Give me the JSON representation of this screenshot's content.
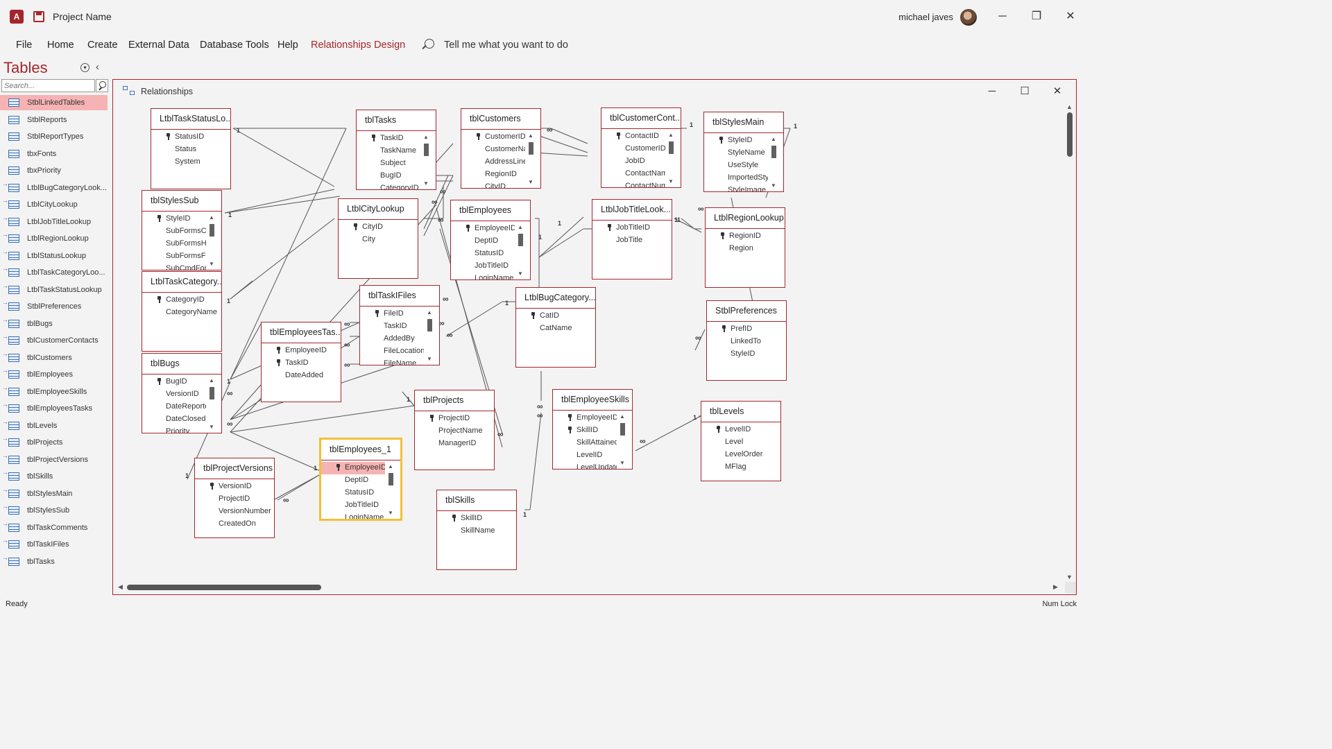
{
  "app": {
    "icon_label": "A",
    "project_name": "Project Name",
    "user_name": "michael javes"
  },
  "window_controls": {
    "minimize": "─",
    "restore": "❐",
    "close": "✕"
  },
  "ribbon": {
    "tabs": [
      {
        "label": "File",
        "active": false
      },
      {
        "label": "Home",
        "active": false
      },
      {
        "label": "Create",
        "active": false
      },
      {
        "label": "External Data",
        "active": false
      },
      {
        "label": "Database Tools",
        "active": false
      },
      {
        "label": "Help",
        "active": false
      },
      {
        "label": "Relationships Design",
        "active": true
      }
    ],
    "tell_me": "Tell me what you want to do"
  },
  "nav_pane": {
    "title": "Tables",
    "search_placeholder": "Search...",
    "items": [
      {
        "label": "StblLinkedTables",
        "linked": false,
        "selected": true
      },
      {
        "label": "StblReports",
        "linked": false
      },
      {
        "label": "StblReportTypes",
        "linked": false
      },
      {
        "label": "tbxFonts",
        "linked": false
      },
      {
        "label": "tbxPriority",
        "linked": false
      },
      {
        "label": "LtblBugCategoryLook...",
        "linked": true
      },
      {
        "label": "LtblCityLookup",
        "linked": true
      },
      {
        "label": "LtblJobTitleLookup",
        "linked": true
      },
      {
        "label": "LtblRegionLookup",
        "linked": true
      },
      {
        "label": "LtblStatusLookup",
        "linked": true
      },
      {
        "label": "LtblTaskCategoryLoo...",
        "linked": true
      },
      {
        "label": "LtblTaskStatusLookup",
        "linked": true
      },
      {
        "label": "StblPreferences",
        "linked": true
      },
      {
        "label": "tblBugs",
        "linked": true
      },
      {
        "label": "tblCustomerContacts",
        "linked": true
      },
      {
        "label": "tblCustomers",
        "linked": true
      },
      {
        "label": "tblEmployees",
        "linked": true
      },
      {
        "label": "tblEmployeeSkills",
        "linked": true
      },
      {
        "label": "tblEmployeesTasks",
        "linked": true
      },
      {
        "label": "tblLevels",
        "linked": true
      },
      {
        "label": "tblProjects",
        "linked": true
      },
      {
        "label": "tblProjectVersions",
        "linked": true
      },
      {
        "label": "tblSkills",
        "linked": true
      },
      {
        "label": "tblStylesMain",
        "linked": true
      },
      {
        "label": "tblStylesSub",
        "linked": true
      },
      {
        "label": "tblTaskComments",
        "linked": true
      },
      {
        "label": "tblTaskIFiles",
        "linked": true
      },
      {
        "label": "tblTasks",
        "linked": true
      }
    ]
  },
  "document": {
    "title": "Relationships",
    "tables": [
      {
        "name": "LtblTaskStatusLo...",
        "fields": [
          {
            "n": "StatusID",
            "k": true
          },
          {
            "n": "Status"
          },
          {
            "n": "System"
          }
        ]
      },
      {
        "name": "tblTasks",
        "fields": [
          {
            "n": "TaskID",
            "k": true
          },
          {
            "n": "TaskName"
          },
          {
            "n": "Subject"
          },
          {
            "n": "BugID"
          },
          {
            "n": "CategoryID"
          }
        ]
      },
      {
        "name": "tblCustomers",
        "fields": [
          {
            "n": "CustomerID",
            "k": true
          },
          {
            "n": "CustomerName"
          },
          {
            "n": "AddressLine"
          },
          {
            "n": "RegionID"
          },
          {
            "n": "CityID"
          }
        ]
      },
      {
        "name": "tblCustomerCont...",
        "fields": [
          {
            "n": "ContactID",
            "k": true
          },
          {
            "n": "CustomerID"
          },
          {
            "n": "JobID"
          },
          {
            "n": "ContactName"
          },
          {
            "n": "ContactNumber"
          }
        ]
      },
      {
        "name": "tblStylesMain",
        "fields": [
          {
            "n": "StyleID",
            "k": true
          },
          {
            "n": "StyleName"
          },
          {
            "n": "UseStyle"
          },
          {
            "n": "ImportedStyle"
          },
          {
            "n": "StyleImage"
          }
        ]
      },
      {
        "name": "tblStylesSub",
        "fields": [
          {
            "n": "StyleID",
            "k": true
          },
          {
            "n": "SubFormsCo"
          },
          {
            "n": "SubFormsHe"
          },
          {
            "n": "SubFormsFo"
          },
          {
            "n": "SubCmdFont"
          }
        ]
      },
      {
        "name": "LtblCityLookup",
        "fields": [
          {
            "n": "CityID",
            "k": true
          },
          {
            "n": "City"
          }
        ]
      },
      {
        "name": "tblEmployees",
        "fields": [
          {
            "n": "EmployeeID",
            "k": true
          },
          {
            "n": "DeptID"
          },
          {
            "n": "StatusID"
          },
          {
            "n": "JobTitleID"
          },
          {
            "n": "LoginName"
          }
        ]
      },
      {
        "name": "LtblJobTitleLook...",
        "fields": [
          {
            "n": "JobTitleID",
            "k": true
          },
          {
            "n": "JobTitle"
          }
        ]
      },
      {
        "name": "LtblRegionLookup",
        "fields": [
          {
            "n": "RegionID",
            "k": true
          },
          {
            "n": "Region"
          }
        ]
      },
      {
        "name": "LtblTaskCategory...",
        "fields": [
          {
            "n": "CategoryID",
            "k": true
          },
          {
            "n": "CategoryName"
          }
        ]
      },
      {
        "name": "tblTaskIFiles",
        "fields": [
          {
            "n": "FileID",
            "k": true
          },
          {
            "n": "TaskID"
          },
          {
            "n": "AddedBy"
          },
          {
            "n": "FileLocation"
          },
          {
            "n": "FileName"
          }
        ]
      },
      {
        "name": "LtblBugCategory...",
        "fields": [
          {
            "n": "CatID",
            "k": true
          },
          {
            "n": "CatName"
          }
        ]
      },
      {
        "name": "StblPreferences",
        "fields": [
          {
            "n": "PrefID",
            "k": true
          },
          {
            "n": "LinkedTo"
          },
          {
            "n": "StyleID"
          }
        ]
      },
      {
        "name": "tblEmployeesTas...",
        "fields": [
          {
            "n": "EmployeeID",
            "k": true
          },
          {
            "n": "TaskID",
            "k": true
          },
          {
            "n": "DateAdded"
          }
        ]
      },
      {
        "name": "tblBugs",
        "fields": [
          {
            "n": "BugID",
            "k": true
          },
          {
            "n": "VersionID"
          },
          {
            "n": "DateReported"
          },
          {
            "n": "DateClosed"
          },
          {
            "n": "Priority"
          }
        ]
      },
      {
        "name": "tblProjects",
        "fields": [
          {
            "n": "ProjectID",
            "k": true
          },
          {
            "n": "ProjectName"
          },
          {
            "n": "ManagerID"
          }
        ]
      },
      {
        "name": "tblEmployeeSkills",
        "fields": [
          {
            "n": "EmployeeID",
            "k": true
          },
          {
            "n": "SkillID",
            "k": true
          },
          {
            "n": "SkillAttained"
          },
          {
            "n": "LevelID"
          },
          {
            "n": "LevelUpdated"
          }
        ]
      },
      {
        "name": "tblLevels",
        "fields": [
          {
            "n": "LevelID",
            "k": true
          },
          {
            "n": "Level"
          },
          {
            "n": "LevelOrder"
          },
          {
            "n": "MFlag"
          }
        ]
      },
      {
        "name": "tblProjectVersions",
        "fields": [
          {
            "n": "VersionID",
            "k": true
          },
          {
            "n": "ProjectID"
          },
          {
            "n": "VersionNumber"
          },
          {
            "n": "CreatedOn"
          }
        ]
      },
      {
        "name": "tblEmployees_1",
        "selected": true,
        "fields": [
          {
            "n": "EmployeeID",
            "k": true,
            "hl": true
          },
          {
            "n": "DeptID"
          },
          {
            "n": "StatusID"
          },
          {
            "n": "JobTitleID"
          },
          {
            "n": "LoginName"
          }
        ]
      },
      {
        "name": "tblSkills",
        "fields": [
          {
            "n": "SkillID",
            "k": true
          },
          {
            "n": "SkillName"
          }
        ]
      }
    ],
    "relationship_labels": {
      "one": "1",
      "many": "∞"
    }
  },
  "status_bar": {
    "left": "Ready",
    "right": "Num Lock"
  }
}
